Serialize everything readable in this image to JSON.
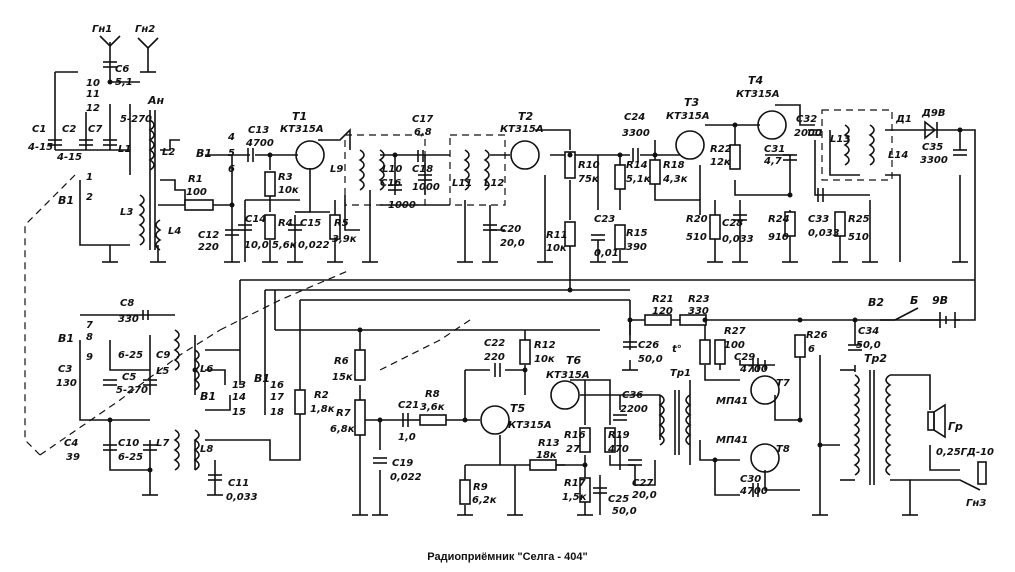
{
  "caption": "Радиоприёмник  \"Селга - 404\"",
  "antennas": {
    "gn1": "Гн1",
    "gn2": "Гн2",
    "an": "Ан"
  },
  "transistors": {
    "t1": {
      "ref": "Т1",
      "type": "КТ315А"
    },
    "t2": {
      "ref": "Т2",
      "type": "КТ315А"
    },
    "t3": {
      "ref": "Т3",
      "type": "КТ315А"
    },
    "t4": {
      "ref": "Т4",
      "type": "КТ315А"
    },
    "t5": {
      "ref": "Т5",
      "type": "КТ315А"
    },
    "t6": {
      "ref": "Т6",
      "type": "КТ315А"
    },
    "t7": {
      "ref": "Т7",
      "type": "МП41"
    },
    "t8": {
      "ref": "Т8",
      "type": "МП41"
    }
  },
  "capacitors": {
    "c1": {
      "ref": "С1",
      "value": "4-15"
    },
    "c2": {
      "ref": "С2",
      "value": "4-15"
    },
    "c3": {
      "ref": "С3",
      "value": "130"
    },
    "c4": {
      "ref": "С4",
      "value": "39"
    },
    "c5": {
      "ref": "С5",
      "value": "5-270"
    },
    "c6": {
      "ref": "С6",
      "value": "5,1"
    },
    "c7": {
      "ref": "С7",
      "value": "5-270"
    },
    "c8": {
      "ref": "С8",
      "value": "330"
    },
    "c9": {
      "ref": "С9",
      "value": "6-25"
    },
    "c10": {
      "ref": "С10",
      "value": "6-25"
    },
    "c11": {
      "ref": "С11",
      "value": "0,033"
    },
    "c12": {
      "ref": "С12",
      "value": "220"
    },
    "c13": {
      "ref": "С13",
      "value": "4700"
    },
    "c14": {
      "ref": "С14",
      "value": "10,0"
    },
    "c15": {
      "ref": "С15",
      "value": "0,022"
    },
    "c16": {
      "ref": "С16",
      "value": "1000"
    },
    "c17": {
      "ref": "С17",
      "value": "6,8"
    },
    "c18": {
      "ref": "С18",
      "value": "1000"
    },
    "c19": {
      "ref": "С19",
      "value": "0,022"
    },
    "c20": {
      "ref": "С20",
      "value": "20,0"
    },
    "c21": {
      "ref": "С21",
      "value": "1,0"
    },
    "c22": {
      "ref": "С22",
      "value": "220"
    },
    "c23": {
      "ref": "С23",
      "value": "0,01"
    },
    "c24": {
      "ref": "С24",
      "value": "3300"
    },
    "c25": {
      "ref": "С25",
      "value": "50,0"
    },
    "c26": {
      "ref": "С26",
      "value": "50,0"
    },
    "c27": {
      "ref": "С27",
      "value": "20,0"
    },
    "c28": {
      "ref": "С28",
      "value": "0,033"
    },
    "c29": {
      "ref": "С29",
      "value": "4700"
    },
    "c30": {
      "ref": "С30",
      "value": "4700"
    },
    "c31": {
      "ref": "С31",
      "value": "4,7"
    },
    "c32": {
      "ref": "С32",
      "value": "2000"
    },
    "c33": {
      "ref": "С33",
      "value": "0,033"
    },
    "c34": {
      "ref": "С34",
      "value": "50,0"
    },
    "c35": {
      "ref": "С35",
      "value": "3300"
    },
    "c36": {
      "ref": "С36",
      "value": "2200"
    }
  },
  "resistors": {
    "r1": {
      "ref": "R1",
      "value": "100"
    },
    "r2": {
      "ref": "R2",
      "value": "1,8к"
    },
    "r3": {
      "ref": "R3",
      "value": "10к"
    },
    "r4": {
      "ref": "R4",
      "value": "5,6к"
    },
    "r5": {
      "ref": "R5",
      "value": "3,9к"
    },
    "r6": {
      "ref": "R6",
      "value": "15к"
    },
    "r7": {
      "ref": "R7",
      "value": "6,8к"
    },
    "r8": {
      "ref": "R8",
      "value": "3,6к"
    },
    "r9": {
      "ref": "R9",
      "value": "6,2к"
    },
    "r10": {
      "ref": "R10",
      "value": "75к"
    },
    "r11": {
      "ref": "R11",
      "value": "10к"
    },
    "r12": {
      "ref": "R12",
      "value": "10к"
    },
    "r13": {
      "ref": "R13",
      "value": "18к"
    },
    "r14": {
      "ref": "R14",
      "value": "5,1к"
    },
    "r15": {
      "ref": "R15",
      "value": "390"
    },
    "r16": {
      "ref": "R16",
      "value": "27"
    },
    "r17": {
      "ref": "R17",
      "value": "1,5к"
    },
    "r18": {
      "ref": "R18",
      "value": "4,3к"
    },
    "r19": {
      "ref": "R19",
      "value": "470"
    },
    "r20": {
      "ref": "R20",
      "value": "510"
    },
    "r21": {
      "ref": "R21",
      "value": "120"
    },
    "r22": {
      "ref": "R22",
      "value": "12к"
    },
    "r23": {
      "ref": "R23",
      "value": "330"
    },
    "r24": {
      "ref": "R24",
      "value": "910"
    },
    "r25": {
      "ref": "R25",
      "value": "510"
    },
    "r26": {
      "ref": "R26",
      "value": "6"
    },
    "r27": {
      "ref": "R27",
      "value": "100"
    }
  },
  "inductors": {
    "l1": "L1",
    "l2": "L2",
    "l3": "L3",
    "l4": "L4",
    "l5": "L5",
    "l6": "L6",
    "l7": "L7",
    "l8": "L8",
    "l9": "L9",
    "l10": "L10",
    "l11": "L11",
    "l12": "L12",
    "l13": "L13",
    "l14": "L14"
  },
  "switches": {
    "b1": "В1",
    "b2": "В2"
  },
  "pins": {
    "p1": "1",
    "p2": "2",
    "p4": "4",
    "p5": "5",
    "p6": "6",
    "p7": "7",
    "p8": "8",
    "p9": "9",
    "p10": "10",
    "p11": "11",
    "p12": "12",
    "p13": "13",
    "p14": "14",
    "p15": "15",
    "p16": "16",
    "p17": "17",
    "p18": "18"
  },
  "misc": {
    "d1": "Д1",
    "d9v": "Д9В",
    "tr1": "Тр1",
    "tr2": "Тр2",
    "battery": "Б",
    "voltage": "9В",
    "thermistor": "t°",
    "speaker": "Гр",
    "speaker_type": "0,25ГД-10",
    "jack": "ГнЗ"
  }
}
